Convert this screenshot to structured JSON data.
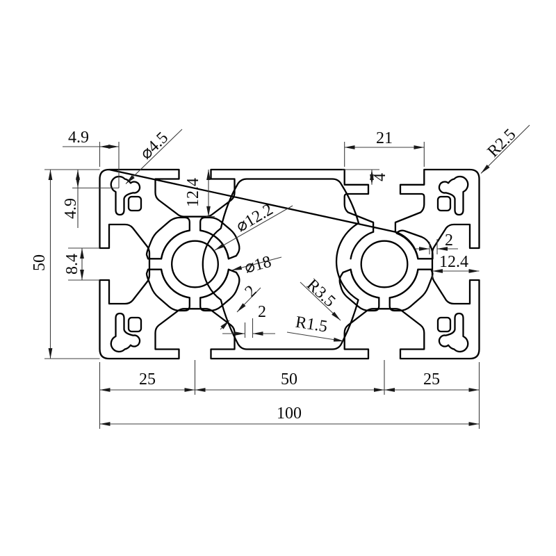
{
  "drawing": {
    "type": "technical-cross-section",
    "background_color": "#ffffff",
    "outline_color": "#000000",
    "dimension_color": "#3d3d3d",
    "labels": {
      "corner_offset_h": "4.9",
      "corner_offset_v": "4.9",
      "corner_hole_dia": "⌀4.5",
      "slot_cavity_depth": "12.4",
      "groove_width": "21",
      "groove_depth": "4",
      "corner_radius": "R2.5",
      "height_total": "50",
      "side_slot_opening": "8.4",
      "bore_dia": "⌀12.2",
      "boss_dia": "⌀18",
      "wall_web": "2",
      "wall_bottom": "2",
      "fillet_large": "R3.5",
      "fillet_small": "R1.5",
      "wall_side": "2",
      "side_cavity_depth": "12.4",
      "width_left": "25",
      "width_center": "50",
      "width_right": "25",
      "width_total": "100"
    }
  }
}
